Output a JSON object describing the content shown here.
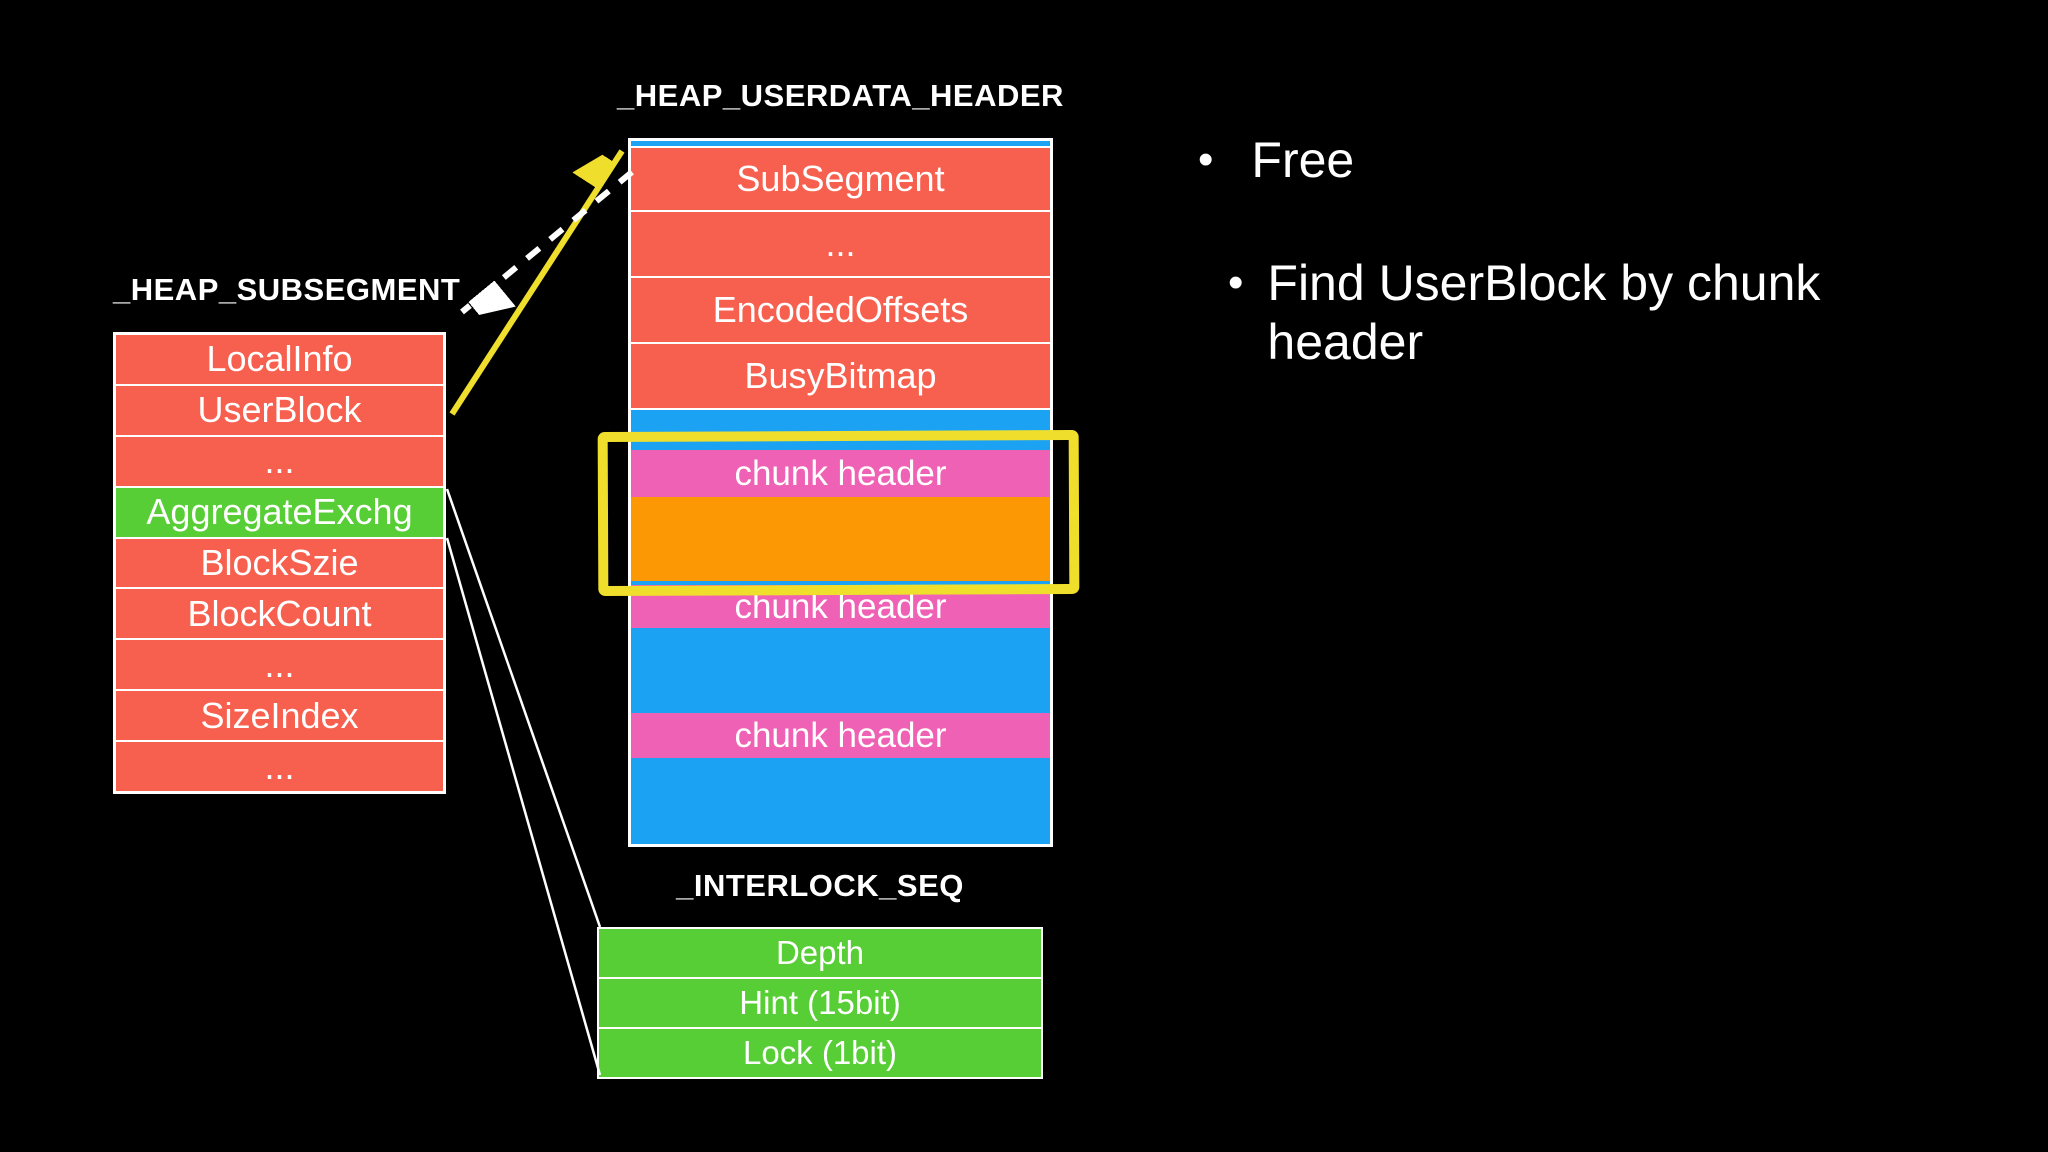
{
  "slide": {
    "background": "#000000"
  },
  "palette": {
    "field_red": "#F7604F",
    "field_green": "#57CE35",
    "userblock_blue": "#1BA2F2",
    "chunk_header_pink": "#EE61B4",
    "free_chunk_orange": "#FC9803",
    "highlight_yellow": "#EFDE2B",
    "text_white": "#FFFFFF"
  },
  "subsegment_struct": {
    "title": "_HEAP_SUBSEGMENT",
    "rows": [
      "LocalInfo",
      "UserBlock",
      "...",
      "AggregateExchg",
      "BlockSzie",
      "BlockCount",
      "...",
      "SizeIndex",
      "..."
    ]
  },
  "userdata_struct": {
    "title": "_HEAP_USERDATA_HEADER",
    "rows": [
      "SubSegment",
      "...",
      "EncodedOffsets",
      "BusyBitmap"
    ],
    "chunk_headers": [
      "chunk header",
      "chunk header",
      "chunk header"
    ]
  },
  "interlock_struct": {
    "title": "_INTERLOCK_SEQ",
    "rows": [
      "Depth",
      "Hint (15bit)",
      "Lock (1bit)"
    ]
  },
  "notes": {
    "bullet1": "Free",
    "bullet1_marker": "•",
    "bullet2": "Find UserBlock by chunk header",
    "bullet2_marker": "•"
  }
}
